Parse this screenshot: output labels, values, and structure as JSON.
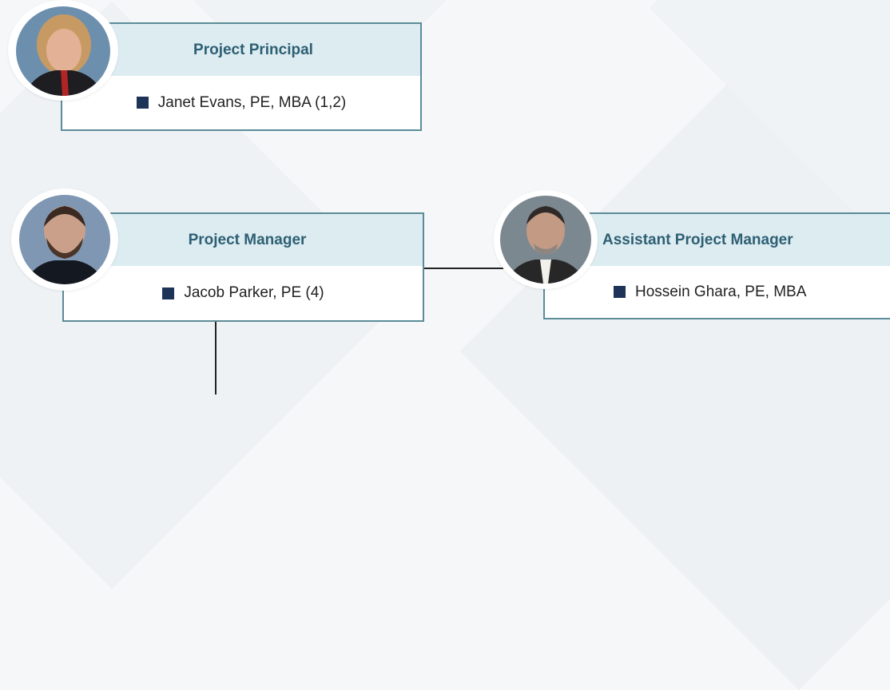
{
  "org_chart": {
    "principal": {
      "title": "Project Principal",
      "name": "Janet Evans, PE, MBA (1,2)"
    },
    "manager": {
      "title": "Project Manager",
      "name": "Jacob Parker, PE (4)"
    },
    "assistant": {
      "title": "Assistant Project Manager",
      "name": "Hossein Ghara, PE, MBA"
    }
  },
  "colors": {
    "card_border": "#5b8c98",
    "header_fill": "#dcecf1",
    "header_text": "#2e5f73",
    "bullet": "#1e3358"
  }
}
